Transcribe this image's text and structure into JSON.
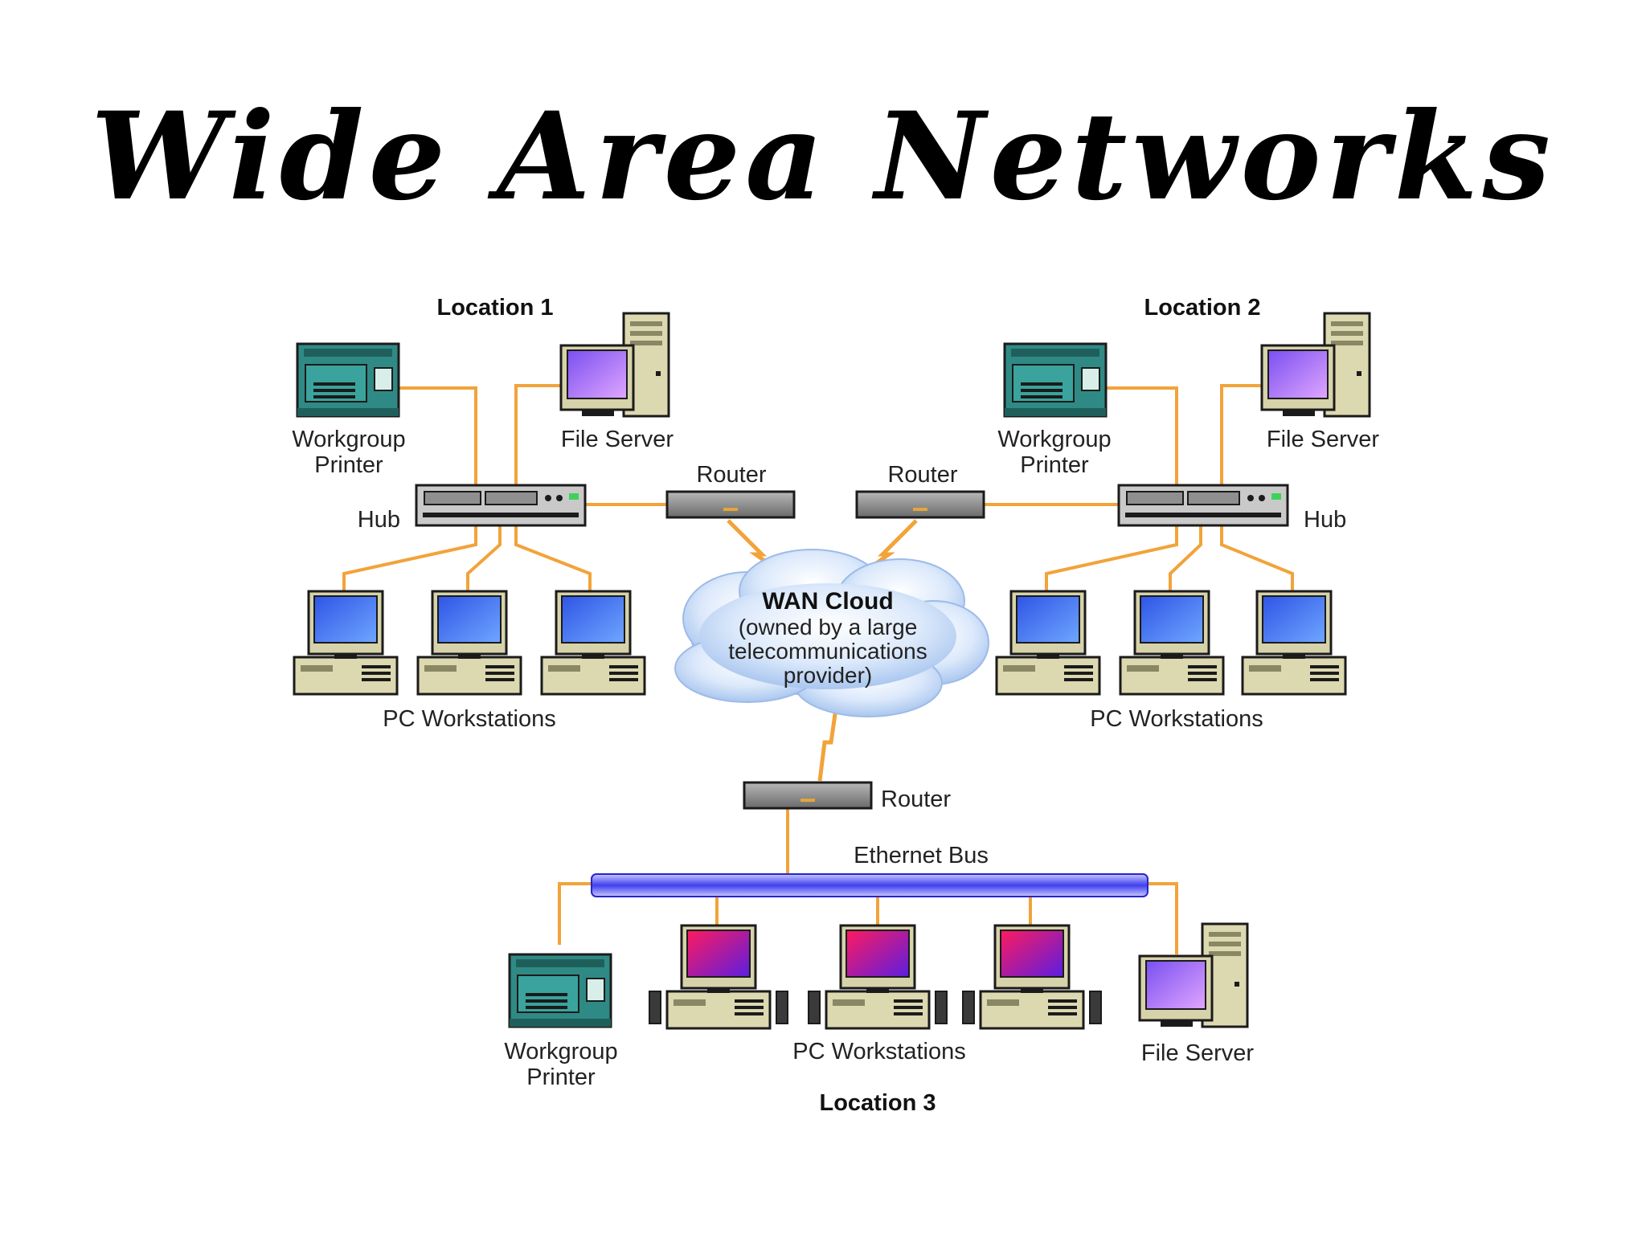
{
  "title": "Wide Area Networks",
  "colors": {
    "cable": "#f2a33a",
    "wan_link": "#f2a33a",
    "ethernet_bus": "#4a4af0",
    "printer": "#2e8a84",
    "case": "#dcd8b0",
    "screen_blue": "#3f6ff0",
    "screen_magenta": "#e0207a",
    "screen_violet": "#a36cf5",
    "cloud": "#cfe2fb"
  },
  "locations": {
    "loc1": {
      "heading": "Location 1",
      "printer_label": [
        "Workgroup",
        "Printer"
      ],
      "server_label": "File Server",
      "hub_label": "Hub",
      "router_label": "Router",
      "workstations_label": "PC Workstations"
    },
    "loc2": {
      "heading": "Location 2",
      "printer_label": [
        "Workgroup",
        "Printer"
      ],
      "server_label": "File Server",
      "hub_label": "Hub",
      "router_label": "Router",
      "workstations_label": "PC Workstations"
    },
    "loc3": {
      "heading": "Location 3",
      "printer_label": [
        "Workgroup",
        "Printer"
      ],
      "server_label": "File Server",
      "router_label": "Router",
      "bus_label": "Ethernet Bus",
      "workstations_label": "PC Workstations"
    }
  },
  "cloud": {
    "title": "WAN Cloud",
    "lines": [
      "(owned by a large",
      "telecommunications",
      "provider)"
    ]
  },
  "icons": {
    "printer": "printer-icon",
    "server": "file-server-icon",
    "hub": "hub-icon",
    "router": "router-icon",
    "workstation": "pc-workstation-icon",
    "cloud": "cloud-icon"
  }
}
